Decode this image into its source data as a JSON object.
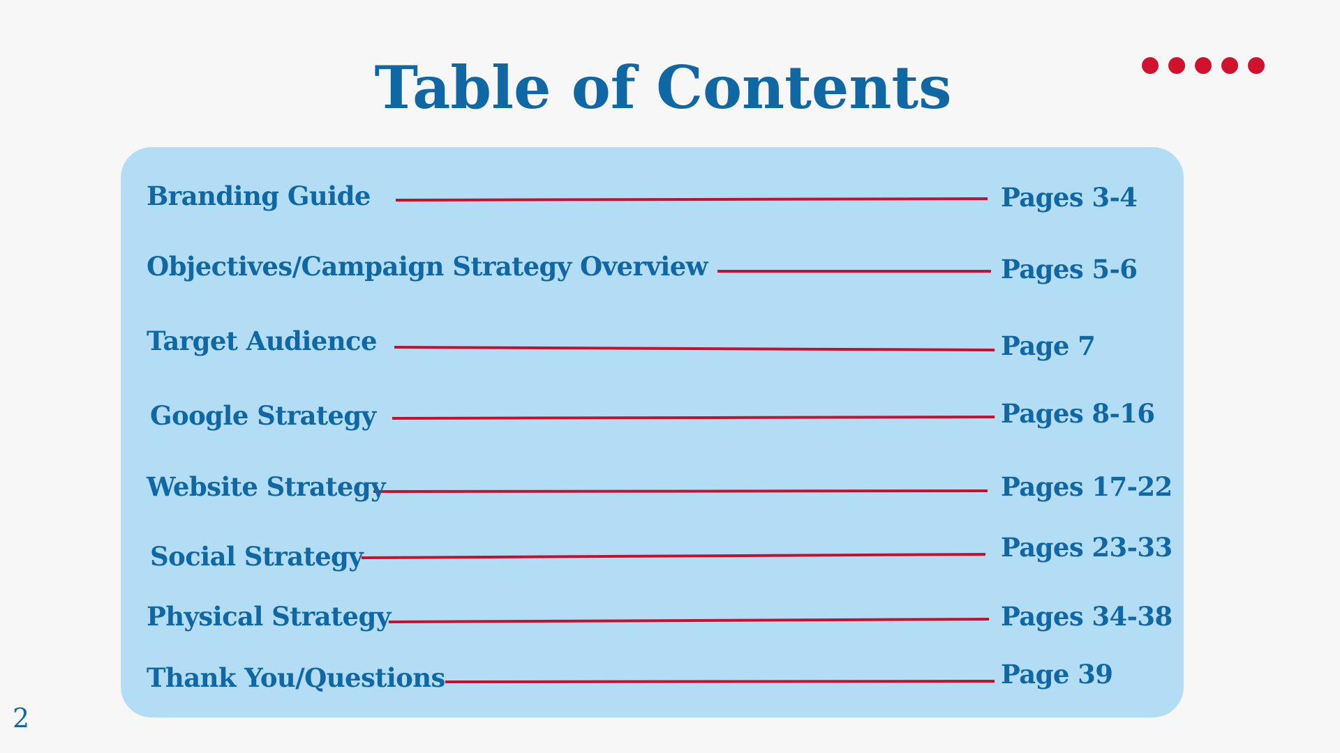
{
  "title": "Table of Contents",
  "slide_number": "2",
  "colors": {
    "background": "#f7f7f7",
    "panel": "#b3ddf5",
    "text": "#0f67a3",
    "accent": "#c8102e"
  },
  "decoration": {
    "icon": "red-dots",
    "count": 5
  },
  "toc": {
    "entries": [
      {
        "label": "Branding Guide",
        "pages": "Pages 3-4"
      },
      {
        "label": "Objectives/Campaign Strategy Overview",
        "pages": "Pages 5-6"
      },
      {
        "label": "Target Audience",
        "pages": "Page 7"
      },
      {
        "label": "Google Strategy",
        "pages": "Pages 8-16"
      },
      {
        "label": "Website Strategy",
        "pages": "Pages 17-22"
      },
      {
        "label": "Social Strategy",
        "pages": "Pages 23-33"
      },
      {
        "label": "Physical Strategy",
        "pages": "Pages 34-38"
      },
      {
        "label": "Thank You/Questions",
        "pages": "Page 39"
      }
    ]
  }
}
